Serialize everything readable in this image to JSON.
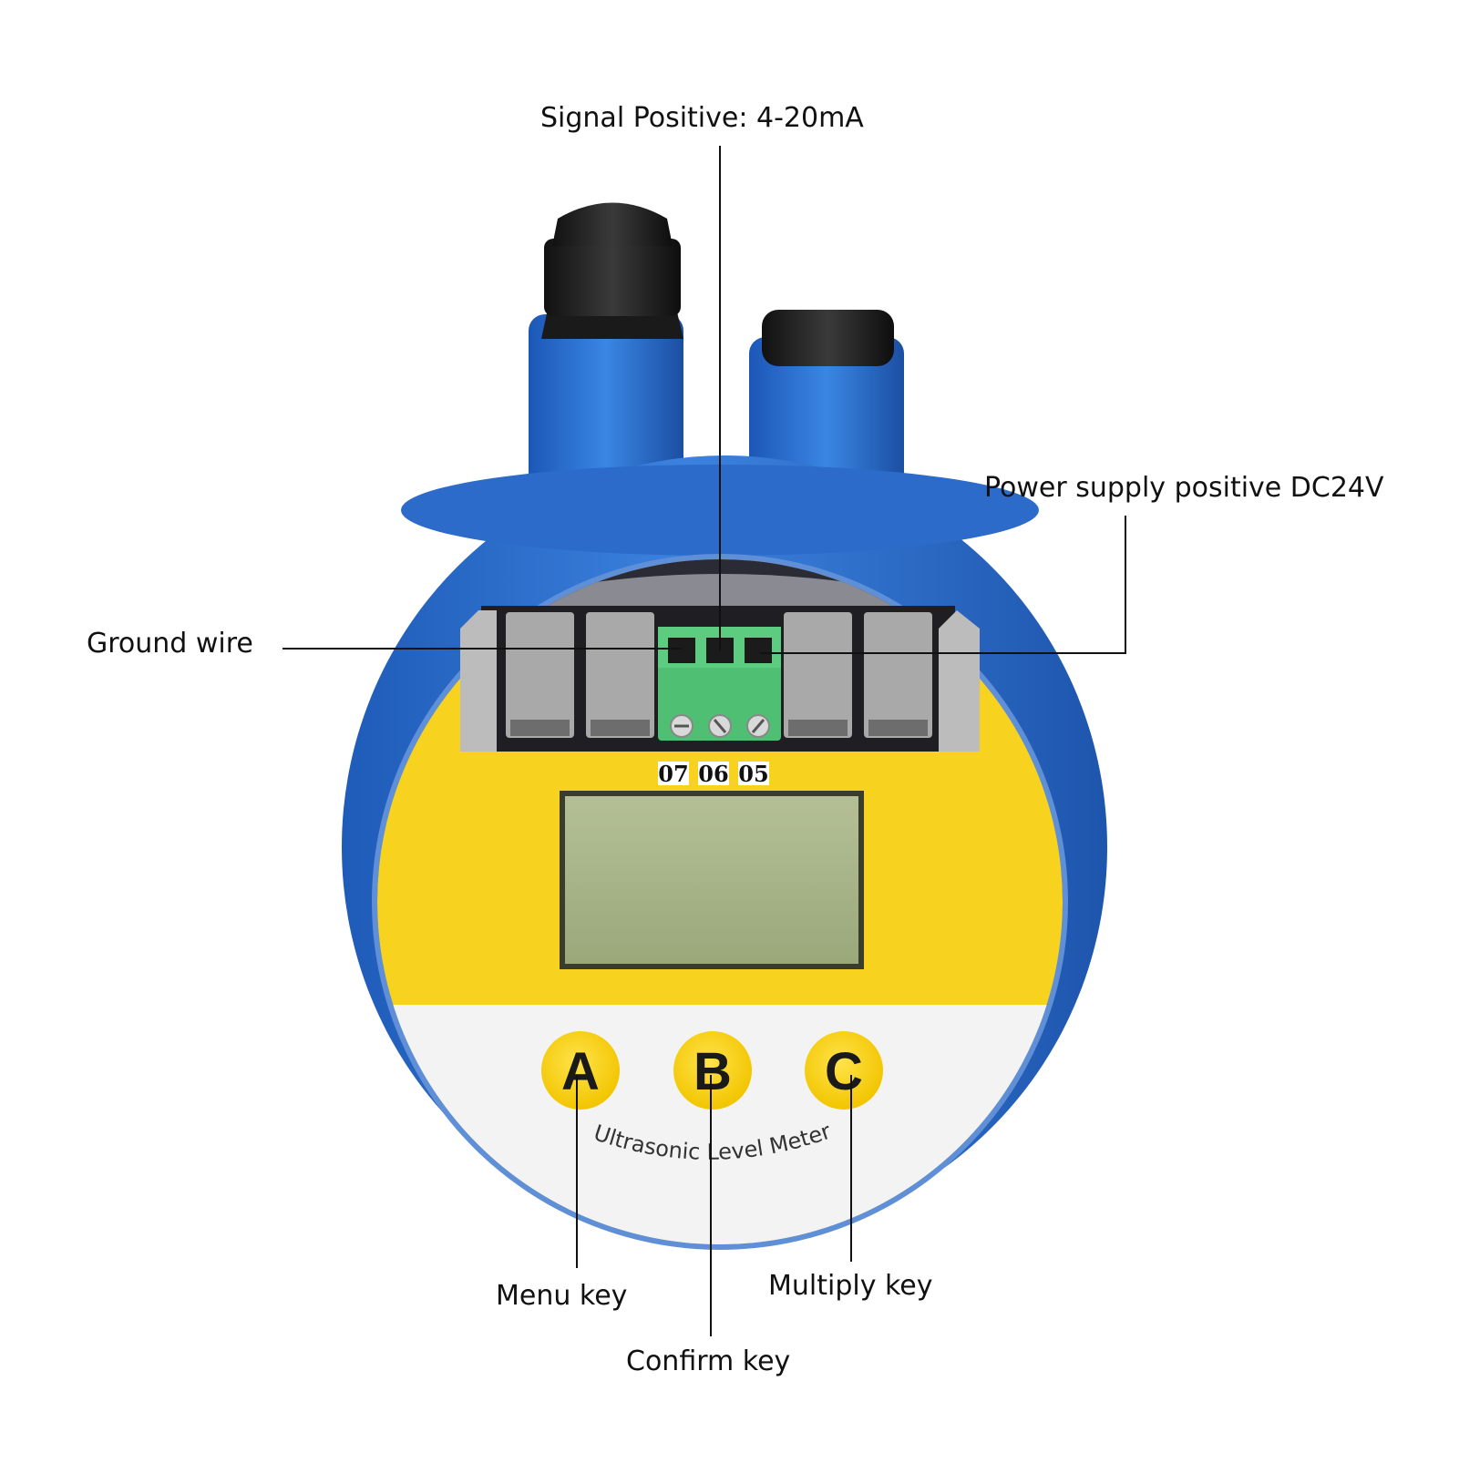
{
  "callouts": {
    "signal_positive": "Signal Positive: 4-20mA",
    "power_supply": "Power supply positive DC24V",
    "ground_wire": "Ground wire",
    "menu_key": "Menu key",
    "confirm_key": "Confirm key",
    "multiply_key": "Multiply key"
  },
  "terminals": {
    "labels": [
      "07",
      "06",
      "05"
    ]
  },
  "keys": {
    "a": "A",
    "b": "B",
    "c": "C"
  },
  "faceplate_text": "Ultrasonic Level Meter",
  "colors": {
    "housing_blue": "#2f6fcf",
    "faceplate_yellow": "#f7d21e",
    "terminal_green": "#4fbf74",
    "lcd_green": "#a9b58a",
    "gland_black": "#1c1c1c"
  }
}
